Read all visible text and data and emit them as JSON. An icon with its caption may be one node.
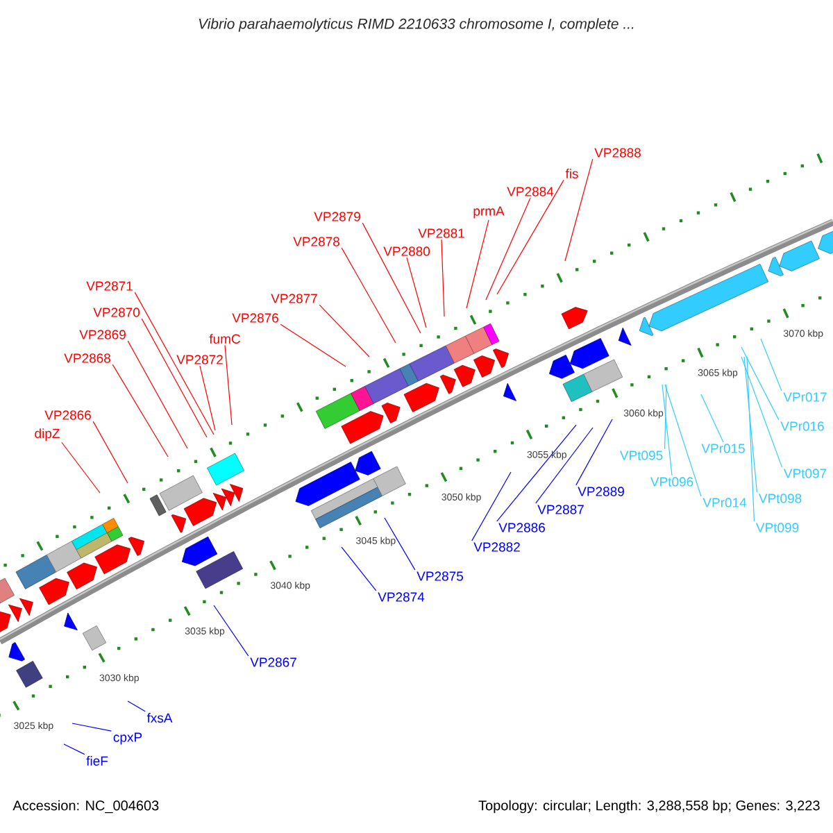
{
  "diagram": {
    "title": "Vibrio parahaemolyticus RIMD 2210633 chromosome I, complete ...",
    "nodes": [
      {
        "text": [
          "VP2866"
        ]
      },
      {
        "text": [
          "dipZ"
        ]
      },
      {
        "text": [
          "VP2868"
        ]
      },
      {
        "text": [
          "VP2869"
        ]
      },
      {
        "text": [
          "VP2870"
        ]
      },
      {
        "text": [
          "VP2871"
        ]
      },
      {
        "text": [
          "VP2872"
        ]
      },
      {
        "text": [
          "fumC"
        ]
      },
      {
        "text": [
          "VP2876"
        ]
      },
      {
        "text": [
          "VP2877"
        ]
      },
      {
        "text": [
          "VP2878"
        ]
      },
      {
        "text": [
          "VP2879"
        ]
      },
      {
        "text": [
          "VP2880"
        ]
      },
      {
        "text": [
          "VP2881"
        ]
      },
      {
        "text": [
          "prmA"
        ]
      },
      {
        "text": [
          "VP2884"
        ]
      },
      {
        "text": [
          "fis"
        ]
      },
      {
        "text": [
          "VP2888"
        ]
      },
      {
        "text": [
          "fieF"
        ]
      },
      {
        "text": [
          "cpxP"
        ]
      },
      {
        "text": [
          "fxsA"
        ]
      },
      {
        "text": [
          "VP2867"
        ]
      },
      {
        "text": [
          "VP2874"
        ]
      },
      {
        "text": [
          "VP2875"
        ]
      },
      {
        "text": [
          "VP2882"
        ]
      },
      {
        "text": [
          "VP2886"
        ]
      },
      {
        "text": [
          "VP2887"
        ]
      },
      {
        "text": [
          "VP2889"
        ]
      },
      {
        "text": [
          "VPt095"
        ]
      },
      {
        "text": [
          "VPt096"
        ]
      },
      {
        "text": [
          "VPr014"
        ]
      },
      {
        "text": [
          "VPr015"
        ]
      },
      {
        "text": [
          "VPr016"
        ]
      },
      {
        "text": [
          "VPr017"
        ]
      },
      {
        "text": [
          "VPt097"
        ]
      },
      {
        "text": [
          "VPt098"
        ]
      },
      {
        "text": [
          "VPt099"
        ]
      }
    ],
    "edges": [
      {
        "from": 0,
        "to": null,
        "arrow": "none"
      },
      {
        "from": 1,
        "to": null,
        "arrow": "none"
      },
      {
        "from": 2,
        "to": null,
        "arrow": "none"
      },
      {
        "from": 3,
        "to": null,
        "arrow": "none"
      },
      {
        "from": 4,
        "to": null,
        "arrow": "none"
      },
      {
        "from": 5,
        "to": null,
        "arrow": "none"
      },
      {
        "from": 6,
        "to": null,
        "arrow": "none"
      },
      {
        "from": 7,
        "to": null,
        "arrow": "none"
      },
      {
        "from": 8,
        "to": null,
        "arrow": "none"
      },
      {
        "from": 9,
        "to": null,
        "arrow": "none"
      },
      {
        "from": 10,
        "to": null,
        "arrow": "none"
      },
      {
        "from": 11,
        "to": null,
        "arrow": "none"
      },
      {
        "from": 12,
        "to": null,
        "arrow": "none"
      },
      {
        "from": 13,
        "to": null,
        "arrow": "none"
      },
      {
        "from": 14,
        "to": null,
        "arrow": "none"
      },
      {
        "from": 15,
        "to": null,
        "arrow": "none"
      },
      {
        "from": 16,
        "to": null,
        "arrow": "none"
      },
      {
        "from": 17,
        "to": null,
        "arrow": "none"
      },
      {
        "from": 18,
        "to": null,
        "arrow": "none",
        "color": "#0000ff"
      },
      {
        "from": 19,
        "to": null,
        "arrow": "none",
        "color": "#0000ff"
      },
      {
        "from": 20,
        "to": null,
        "arrow": "none",
        "color": "#0000ff"
      },
      {
        "from": 21,
        "to": null,
        "arrow": "none",
        "color": "#0000ff"
      },
      {
        "from": 22,
        "to": null,
        "arrow": "none",
        "color": "#0000ff"
      },
      {
        "from": 23,
        "to": null,
        "arrow": "none",
        "color": "#0000ff"
      },
      {
        "from": 24,
        "to": null,
        "arrow": "none",
        "color": "#0000ff"
      },
      {
        "from": 25,
        "to": null,
        "arrow": "none",
        "color": "#0000ff"
      },
      {
        "from": 26,
        "to": null,
        "arrow": "none",
        "color": "#0000ff"
      },
      {
        "from": 27,
        "to": null,
        "arrow": "none",
        "color": "#0000ff"
      },
      {
        "from": 28,
        "to": null,
        "arrow": "none",
        "color": "#33ccff"
      },
      {
        "from": 29,
        "to": null,
        "arrow": "none",
        "color": "#33ccff"
      },
      {
        "from": 30,
        "to": null,
        "arrow": "none",
        "color": "#33ccff"
      },
      {
        "from": 31,
        "to": null,
        "arrow": "none",
        "color": "#33ccff"
      },
      {
        "from": 32,
        "to": null,
        "arrow": "none",
        "color": "#33ccff"
      },
      {
        "from": 33,
        "to": null,
        "arrow": "none",
        "color": "#33ccff"
      },
      {
        "from": 34,
        "to": null,
        "arrow": "none",
        "color": "#33ccff"
      },
      {
        "from": 35,
        "to": null,
        "arrow": "none",
        "color": "#33ccff"
      },
      {
        "from": 36,
        "to": null,
        "arrow": "none",
        "color": "#33ccff"
      }
    ],
    "labels": [
      "3025 kbp",
      "3030 kbp",
      "3035 kbp",
      "3040 kbp",
      "3045 kbp",
      "3050 kbp",
      "3055 kbp",
      "3060 kbp",
      "3065 kbp",
      "3070 kbp",
      "Accession: NC_004603",
      "Topology: circular; Length: 3,288,558 bp; Genes: 3,223"
    ]
  }
}
